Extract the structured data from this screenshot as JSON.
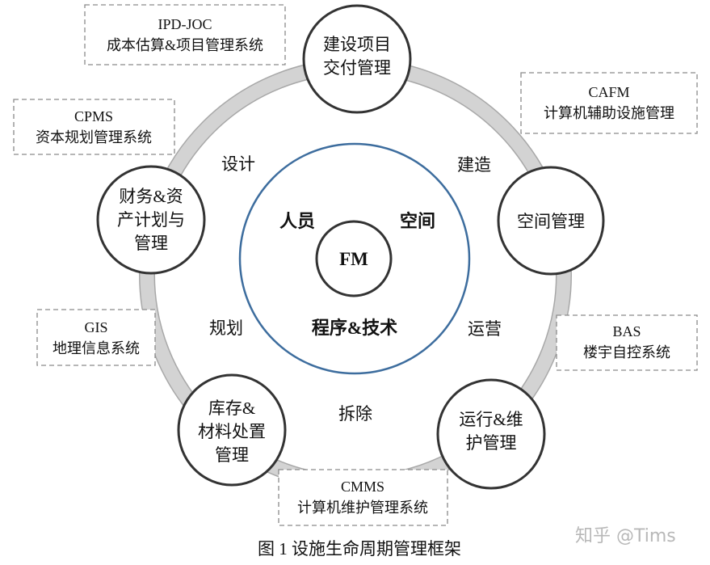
{
  "center": {
    "label": "FM"
  },
  "inner_quadrants": [
    "人员",
    "空间",
    "程序&技术"
  ],
  "phases": {
    "design": "设计",
    "build": "建造",
    "planning": "规划",
    "operation": "运营",
    "demolition": "拆除"
  },
  "nodes": {
    "top": [
      "建设项目",
      "交付管理"
    ],
    "left": [
      "财务&资",
      "产计划与",
      "管理"
    ],
    "right": [
      "空间管理"
    ],
    "bottom_left": [
      "库存&",
      "材料处置",
      "管理"
    ],
    "bottom_right": [
      "运行&维",
      "护管理"
    ]
  },
  "systems": {
    "ipd": {
      "abbr": "IPD-JOC",
      "name": "成本估算&项目管理系统"
    },
    "cafm": {
      "abbr": "CAFM",
      "name": "计算机辅助设施管理"
    },
    "cpms": {
      "abbr": "CPMS",
      "name": "资本规划管理系统"
    },
    "gis": {
      "abbr": "GIS",
      "name": "地理信息系统"
    },
    "bas": {
      "abbr": "BAS",
      "name": "楼宇自控系统"
    },
    "cmms": {
      "abbr": "CMMS",
      "name": "计算机维护管理系统"
    }
  },
  "caption": "图 1  设施生命周期管理框架",
  "watermark": "知乎 @Tims",
  "colors": {
    "ring": "#d3d3d3",
    "inner_circle": "#3d6d9e",
    "node_stroke": "#333333",
    "dashed": "#8a8a8a"
  }
}
